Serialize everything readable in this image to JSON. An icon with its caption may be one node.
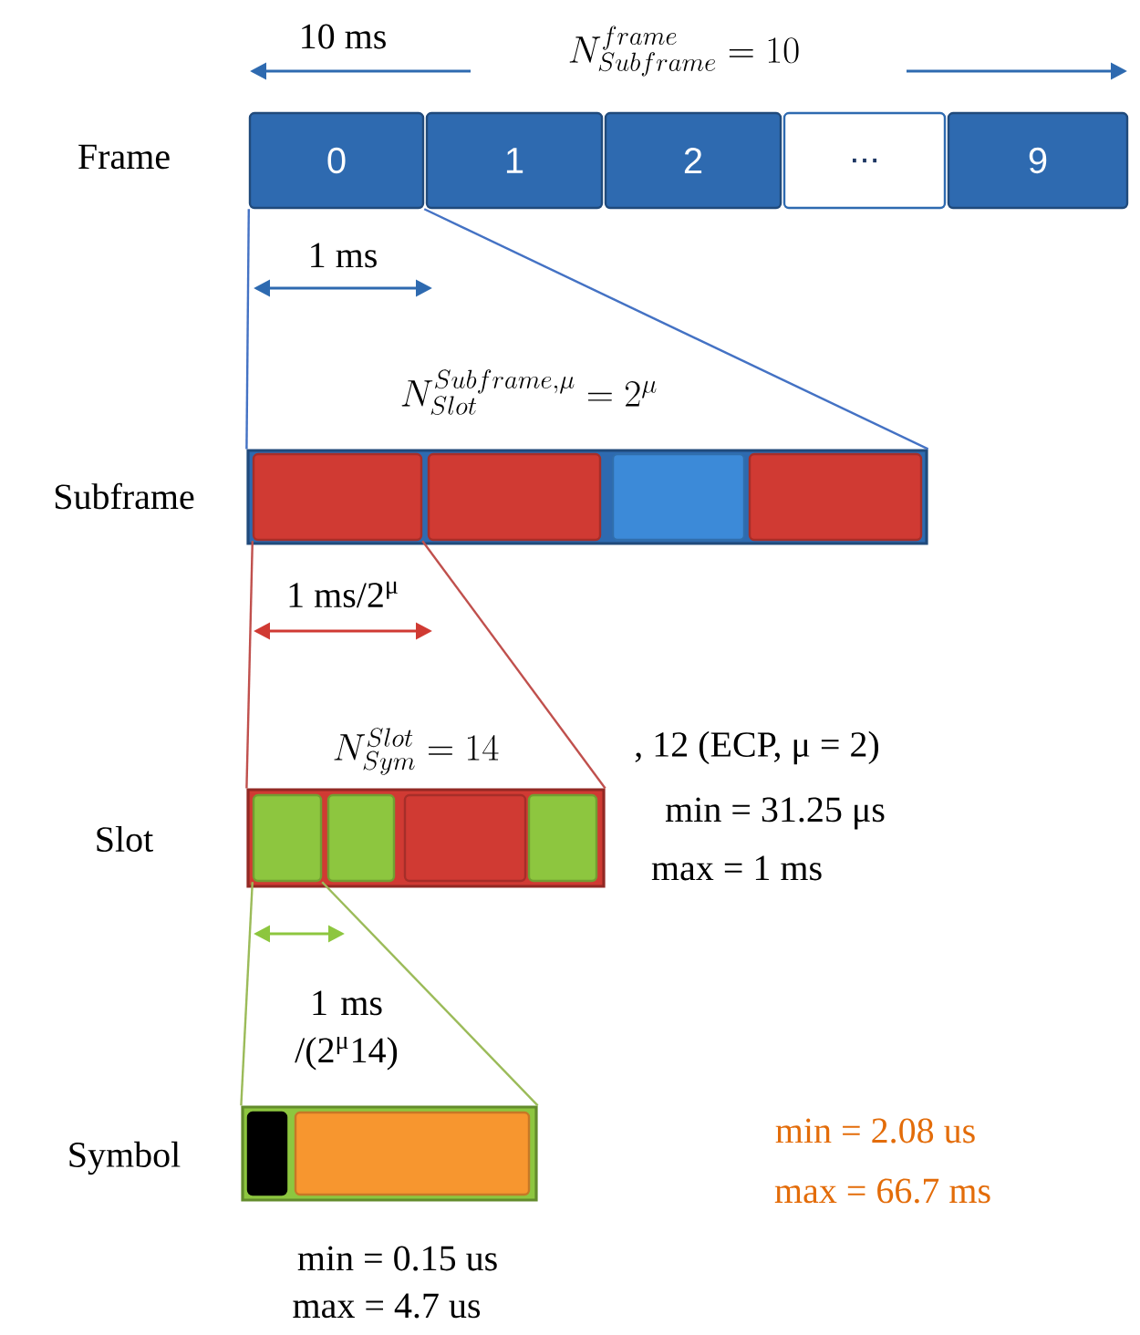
{
  "diagram": {
    "nodes": [
      {
        "text": [
          "0"
        ]
      },
      {
        "text": [
          "1"
        ]
      },
      {
        "text": [
          "2"
        ]
      },
      {
        "text": [
          "..."
        ]
      },
      {
        "text": [
          "9"
        ]
      },
      {
        "text": [],
        "shape": "bar"
      },
      {
        "text": [],
        "shape": "box",
        "in": 5
      },
      {
        "text": [],
        "shape": "box",
        "in": 5
      },
      {
        "text": [],
        "shape": "box",
        "in": 5
      },
      {
        "text": [],
        "shape": "box",
        "in": 5
      },
      {
        "text": [],
        "shape": "bar"
      },
      {
        "text": [],
        "shape": "box",
        "in": 10
      },
      {
        "text": [],
        "shape": "box",
        "in": 10
      },
      {
        "text": [],
        "shape": "box",
        "in": 10
      },
      {
        "text": [],
        "shape": "box",
        "in": 10
      },
      {
        "text": [],
        "shape": "bar"
      },
      {
        "text": [],
        "shape": "box",
        "in": 15
      },
      {
        "text": [],
        "shape": "box",
        "in": 15
      }
    ],
    "edges": [
      {
        "from": 0,
        "to": 5,
        "arrow": "none",
        "color": "#4472c4"
      },
      {
        "from": 0,
        "to": 5,
        "arrow": "none",
        "color": "#4472c4"
      },
      {
        "from": 6,
        "to": 10,
        "arrow": "none",
        "color": "#c0504d"
      },
      {
        "from": 6,
        "to": 10,
        "arrow": "none",
        "color": "#c0504d"
      },
      {
        "from": 11,
        "to": 15,
        "arrow": "none",
        "color": "#9bbb59"
      },
      {
        "from": 11,
        "to": 15,
        "arrow": "none",
        "color": "#9bbb59"
      }
    ],
    "labels": [
      "10 ms",
      "N^{frame}_{Subframe} = 10",
      "Frame",
      "1 ms",
      "N_{Slot}^{Subframe,\\mu} = 2^{\\mu}",
      "Subframe",
      "1 ms/2$^{μ}$",
      "N_{Sym}^{Slot} = 14",
      ", 12 (ECP, μ = 2)",
      "Slot",
      "min = 31.25 μs",
      "max = 1 ms",
      "1 ms /(2$^{μ}$14)",
      "Symbol",
      "min = 2.08 us",
      "max = 66.7 ms",
      "min = 0.15 us",
      "max = 4.7 us"
    ]
  }
}
